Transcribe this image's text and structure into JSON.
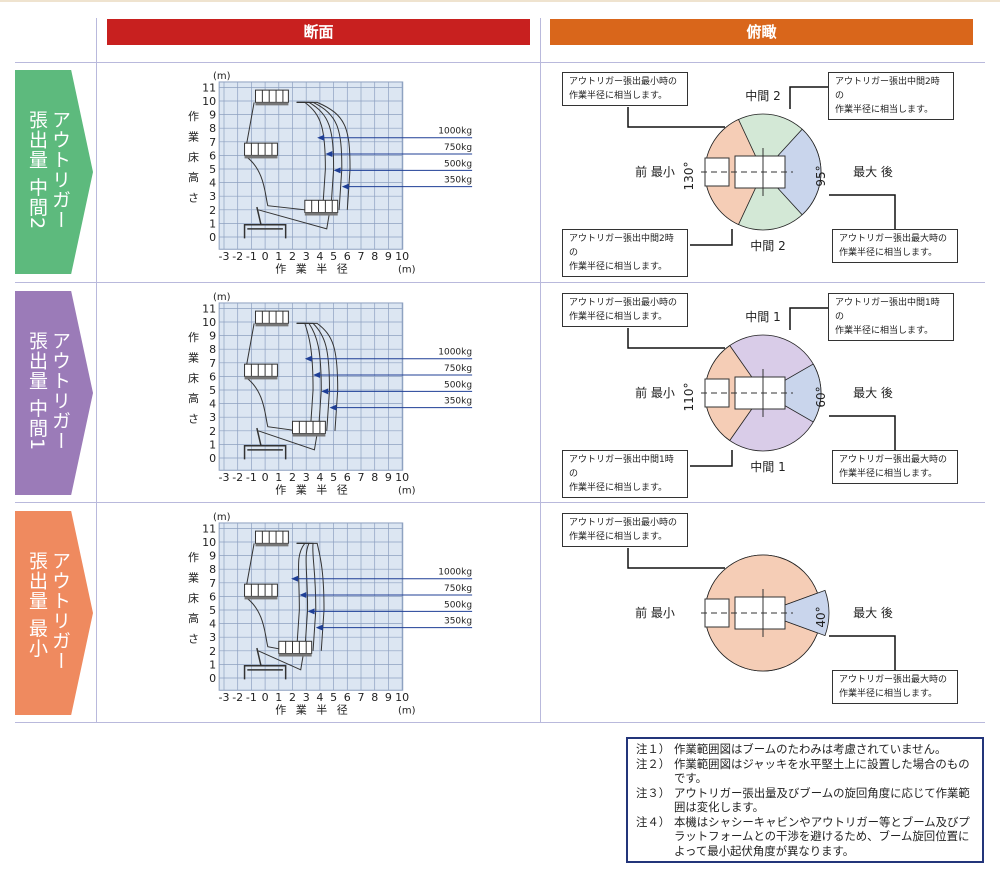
{
  "headers": {
    "section": "断面",
    "top": "俯瞰"
  },
  "colors": {
    "section_header": "#c8201f",
    "top_header": "#d9661b",
    "grid_bg": "#dce6f2",
    "arrow": "#1f3f96",
    "front": "#f5cdb6",
    "back": "#c9d5ec",
    "side_row1": "#d3e8d6",
    "side_row2": "#d9cce8"
  },
  "axis": {
    "y_unit": "(m)",
    "x_unit": "(m)",
    "y_ticks": [
      "0",
      "1",
      "2",
      "3",
      "4",
      "5",
      "6",
      "7",
      "8",
      "9",
      "10",
      "11"
    ],
    "x_ticks": [
      "-3",
      "-2",
      "-1",
      "0",
      "1",
      "2",
      "3",
      "4",
      "5",
      "6",
      "7",
      "8",
      "9",
      "10"
    ],
    "y_label": [
      "作",
      "業",
      "床",
      "高",
      "さ"
    ],
    "x_label": "作 業 半 径"
  },
  "loads": [
    "1000kg",
    "750kg",
    "500kg",
    "350kg"
  ],
  "rows": [
    {
      "label_top": "アウトリガー",
      "label_bottom": "張出量 中間2",
      "color": "#5dba7d",
      "top": {
        "front_angle": 130,
        "back_angle": 95,
        "front_angle_label": "130°",
        "back_angle_label": "95°",
        "top_label": "中間 2",
        "bottom_label": "中間 2",
        "left_label": "前  最小",
        "right_label": "最大  後",
        "callouts": {
          "tl": "アウトリガー張出最小時の\n作業半径に相当します。",
          "tr": "アウトリガー張出中間2時の\n作業半径に相当します。",
          "bl": "アウトリガー張出中間2時の\n作業半径に相当します。",
          "br": "アウトリガー張出最大時の\n作業半径に相当します。"
        }
      }
    },
    {
      "label_top": "アウトリガー",
      "label_bottom": "張出量 中間1",
      "color": "#9b7bb8",
      "top": {
        "front_angle": 110,
        "back_angle": 60,
        "front_angle_label": "110°",
        "back_angle_label": "60°",
        "top_label": "中間 1",
        "bottom_label": "中間 1",
        "left_label": "前  最小",
        "right_label": "最大  後",
        "callouts": {
          "tl": "アウトリガー張出最小時の\n作業半径に相当します。",
          "tr": "アウトリガー張出中間1時の\n作業半径に相当します。",
          "bl": "アウトリガー張出中間1時の\n作業半径に相当します。",
          "br": "アウトリガー張出最大時の\n作業半径に相当します。"
        }
      }
    },
    {
      "label_top": "アウトリガー",
      "label_bottom": "張出量 最小",
      "color": "#ef8a5f",
      "top": {
        "front_angle": 320,
        "back_angle": 40,
        "back_angle_label": "40°",
        "left_label": "前  最小",
        "right_label": "最大  後",
        "callouts": {
          "tl": "アウトリガー張出最小時の\n作業半径に相当します。",
          "br": "アウトリガー張出最大時の\n作業半径に相当します。"
        }
      }
    }
  ],
  "notes": [
    {
      "key": "注１）",
      "text": "作業範囲図はブームのたわみは考慮されていません。"
    },
    {
      "key": "注２）",
      "text": "作業範囲図はジャッキを水平堅土上に設置した場合のものです。"
    },
    {
      "key": "注３）",
      "text": "アウトリガー張出量及びブームの旋回角度に応じて作業範囲は変化します。"
    },
    {
      "key": "注４）",
      "text": "本機はシャシーキャビンやアウトリガー等とブーム及びプラットフォームとの干渉を避けるため、ブーム旋回位置によって最小起伏角度が異なります。"
    }
  ]
}
